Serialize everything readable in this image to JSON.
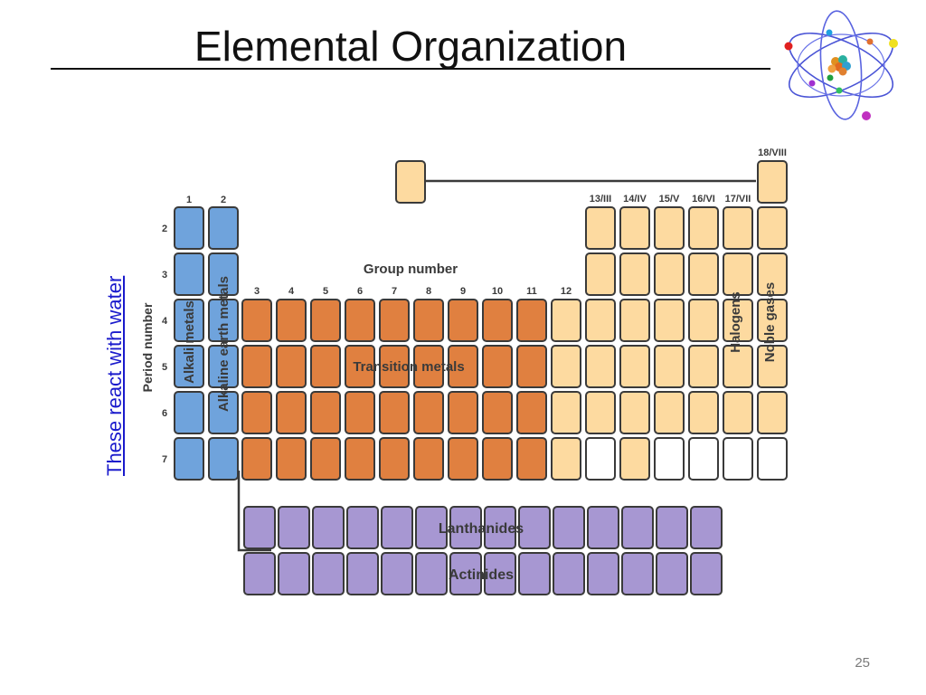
{
  "slide": {
    "title": "Elemental Organization",
    "side_link": "These react with water",
    "page_number": "25"
  },
  "table": {
    "group_title": "Group number",
    "period_title": "Period number",
    "group_numbers_left": [
      "1",
      "2"
    ],
    "group_numbers_middle": [
      "3",
      "4",
      "5",
      "6",
      "7",
      "8",
      "9",
      "10",
      "11",
      "12"
    ],
    "group_numbers_right": [
      "13/III",
      "14/IV",
      "15/V",
      "16/VI",
      "17/VII"
    ],
    "group_number_noble": "18/VIII",
    "period_numbers": [
      "2",
      "3",
      "4",
      "5",
      "6",
      "7"
    ],
    "labels": {
      "alkali": "Alkali metals",
      "alkaline": "Alkaline earth metals",
      "transition": "Transition metals",
      "halogens": "Halogens",
      "noble": "Noble gases",
      "lanthanides": "Lanthanides",
      "actinides": "Actinides"
    }
  },
  "colors": {
    "blue": "#6fa3dc",
    "orange": "#e08040",
    "light_orange": "#fddaa0",
    "purple": "#a797d2",
    "white_cell": "#ffffff",
    "outline": "#3a3a3a",
    "link": "#1a1acc"
  },
  "icons": [
    "atom-icon"
  ]
}
